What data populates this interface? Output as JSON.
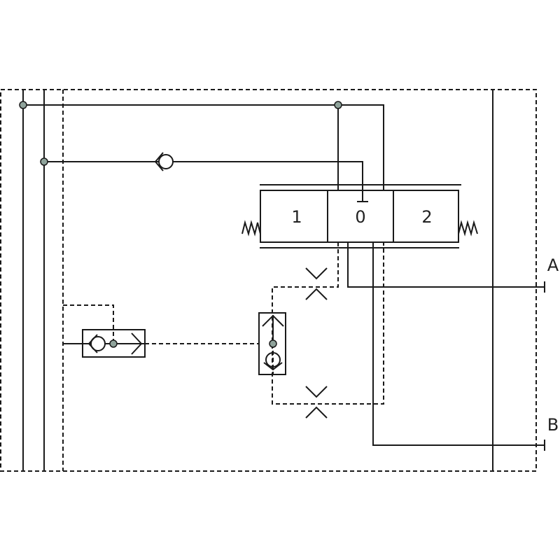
{
  "diagram": {
    "type": "hydraulic-schematic",
    "valve": {
      "positions": [
        "1",
        "0",
        "2"
      ]
    },
    "ports": {
      "a": "A",
      "b": "B"
    },
    "colors": {
      "line": "#1a1a1a",
      "junction": "#8fa39b"
    }
  }
}
